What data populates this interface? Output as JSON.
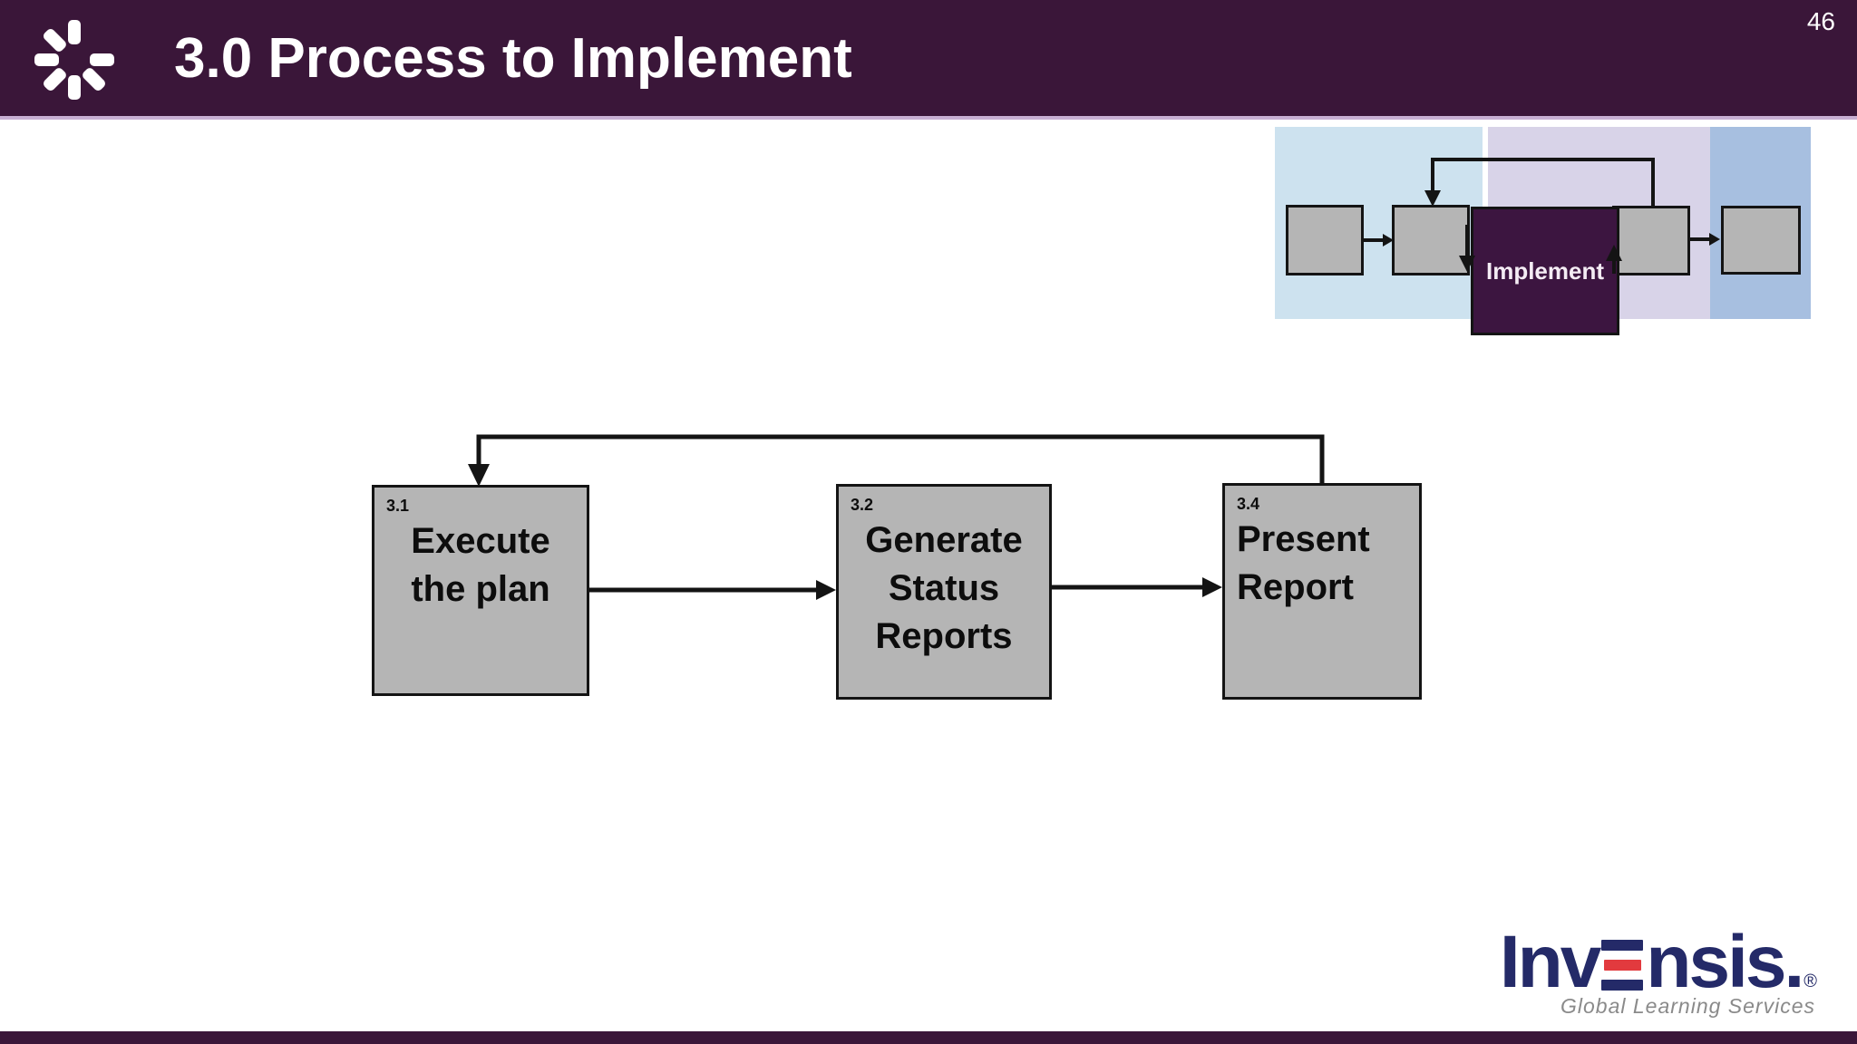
{
  "slide": {
    "page_number": "46",
    "title": "3.0 Process to Implement"
  },
  "mini_map": {
    "highlighted_phase": "Implement",
    "phase_count": 5,
    "panel_colors": [
      "#cde2ef",
      "#d8d3e8",
      "#a7bfe0"
    ],
    "highlight_color": "#3c1540"
  },
  "process": {
    "boxes": [
      {
        "id": "3.1",
        "label": "Execute the plan",
        "lines": [
          "Execute",
          "the plan"
        ]
      },
      {
        "id": "3.2",
        "label": "Generate Status Reports",
        "lines": [
          "Generate",
          "Status",
          "Reports"
        ]
      },
      {
        "id": "3.4",
        "label": "Present Report",
        "lines": [
          "Present",
          "Report"
        ]
      }
    ],
    "connections": [
      "3.1 -> 3.2",
      "3.2 -> 3.4",
      "3.4 -> 3.1 (feedback loop)"
    ]
  },
  "branding": {
    "brand_pre": "Inv",
    "brand_post": "nsis.",
    "registered_mark": "®",
    "tagline": "Global Learning Services",
    "navy": "#242a68",
    "red": "#e23a3e"
  },
  "colors": {
    "header_bar": "#3a1639",
    "header_accent_line": "#c7afd3",
    "footer_bar": "#3a1639",
    "box_fill": "#b5b5b5",
    "box_border": "#141414",
    "title_text": "#ffffff"
  }
}
